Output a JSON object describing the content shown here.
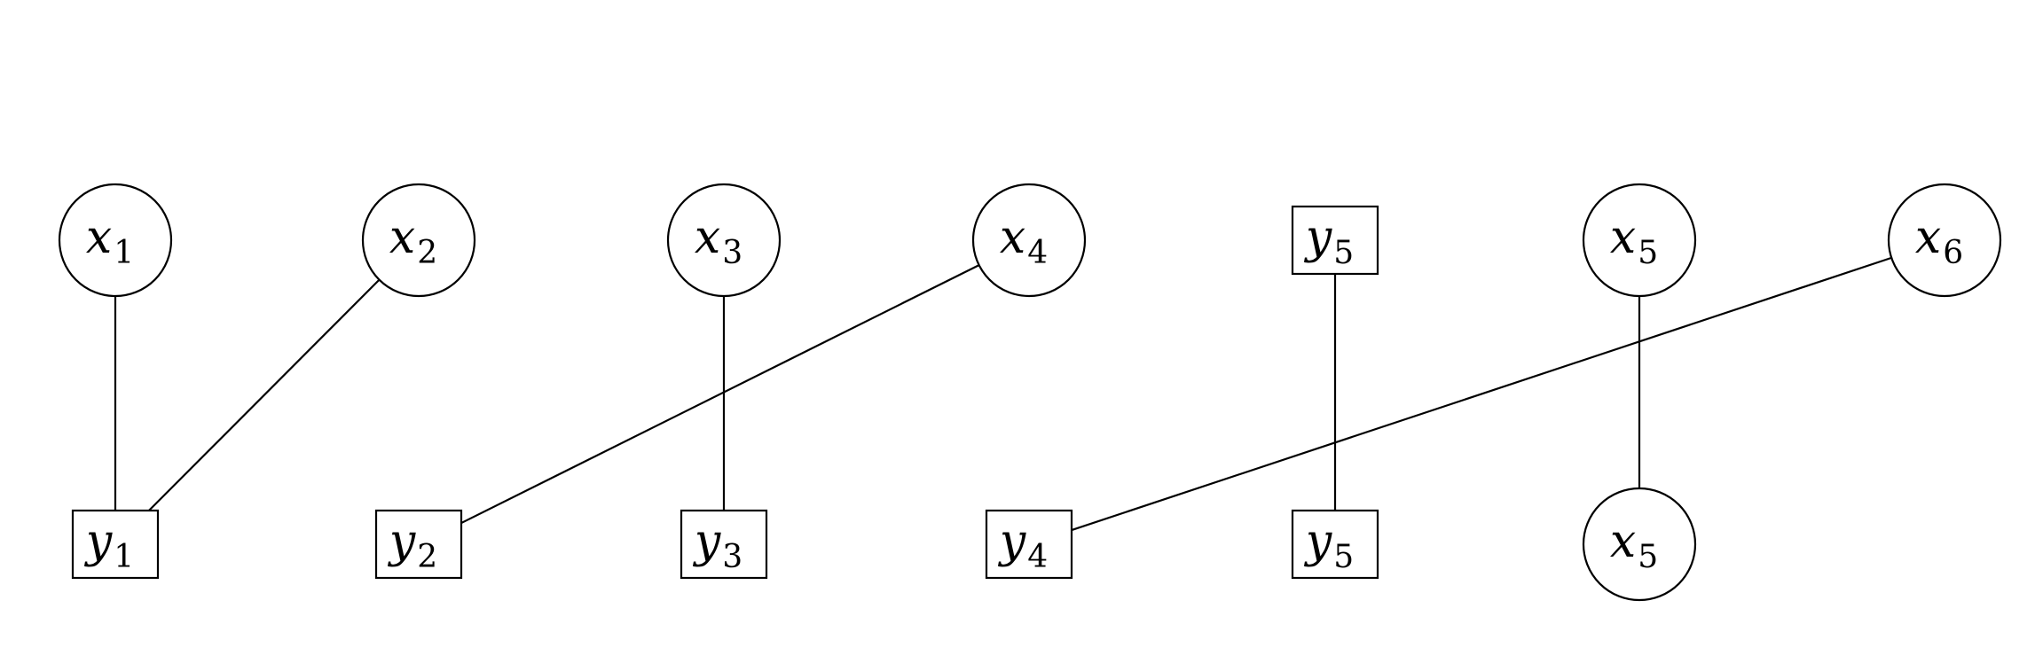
{
  "diagram": {
    "nodes": [
      {
        "id": "top_x1",
        "shape": "circle",
        "var": "x",
        "sub": "1"
      },
      {
        "id": "top_x2",
        "shape": "circle",
        "var": "x",
        "sub": "2"
      },
      {
        "id": "top_x3",
        "shape": "circle",
        "var": "x",
        "sub": "3"
      },
      {
        "id": "top_x4",
        "shape": "circle",
        "var": "x",
        "sub": "4"
      },
      {
        "id": "top_y5",
        "shape": "square",
        "var": "y",
        "sub": "5"
      },
      {
        "id": "top_x5",
        "shape": "circle",
        "var": "x",
        "sub": "5"
      },
      {
        "id": "top_x6",
        "shape": "circle",
        "var": "x",
        "sub": "6"
      },
      {
        "id": "bot_y1",
        "shape": "square",
        "var": "y",
        "sub": "1"
      },
      {
        "id": "bot_y2",
        "shape": "square",
        "var": "y",
        "sub": "2"
      },
      {
        "id": "bot_y3",
        "shape": "square",
        "var": "y",
        "sub": "3"
      },
      {
        "id": "bot_y4",
        "shape": "square",
        "var": "y",
        "sub": "4"
      },
      {
        "id": "bot_y5",
        "shape": "square",
        "var": "y",
        "sub": "5"
      },
      {
        "id": "bot_x5",
        "shape": "circle",
        "var": "x",
        "sub": "5"
      }
    ],
    "edges": [
      {
        "from": "top_x1",
        "to": "bot_y1"
      },
      {
        "from": "top_x2",
        "to": "bot_y1"
      },
      {
        "from": "top_x3",
        "to": "bot_y3"
      },
      {
        "from": "top_x4",
        "to": "bot_y2"
      },
      {
        "from": "top_y5",
        "to": "bot_y5"
      },
      {
        "from": "top_x5",
        "to": "bot_x5"
      },
      {
        "from": "top_x6",
        "to": "bot_y4"
      }
    ]
  }
}
